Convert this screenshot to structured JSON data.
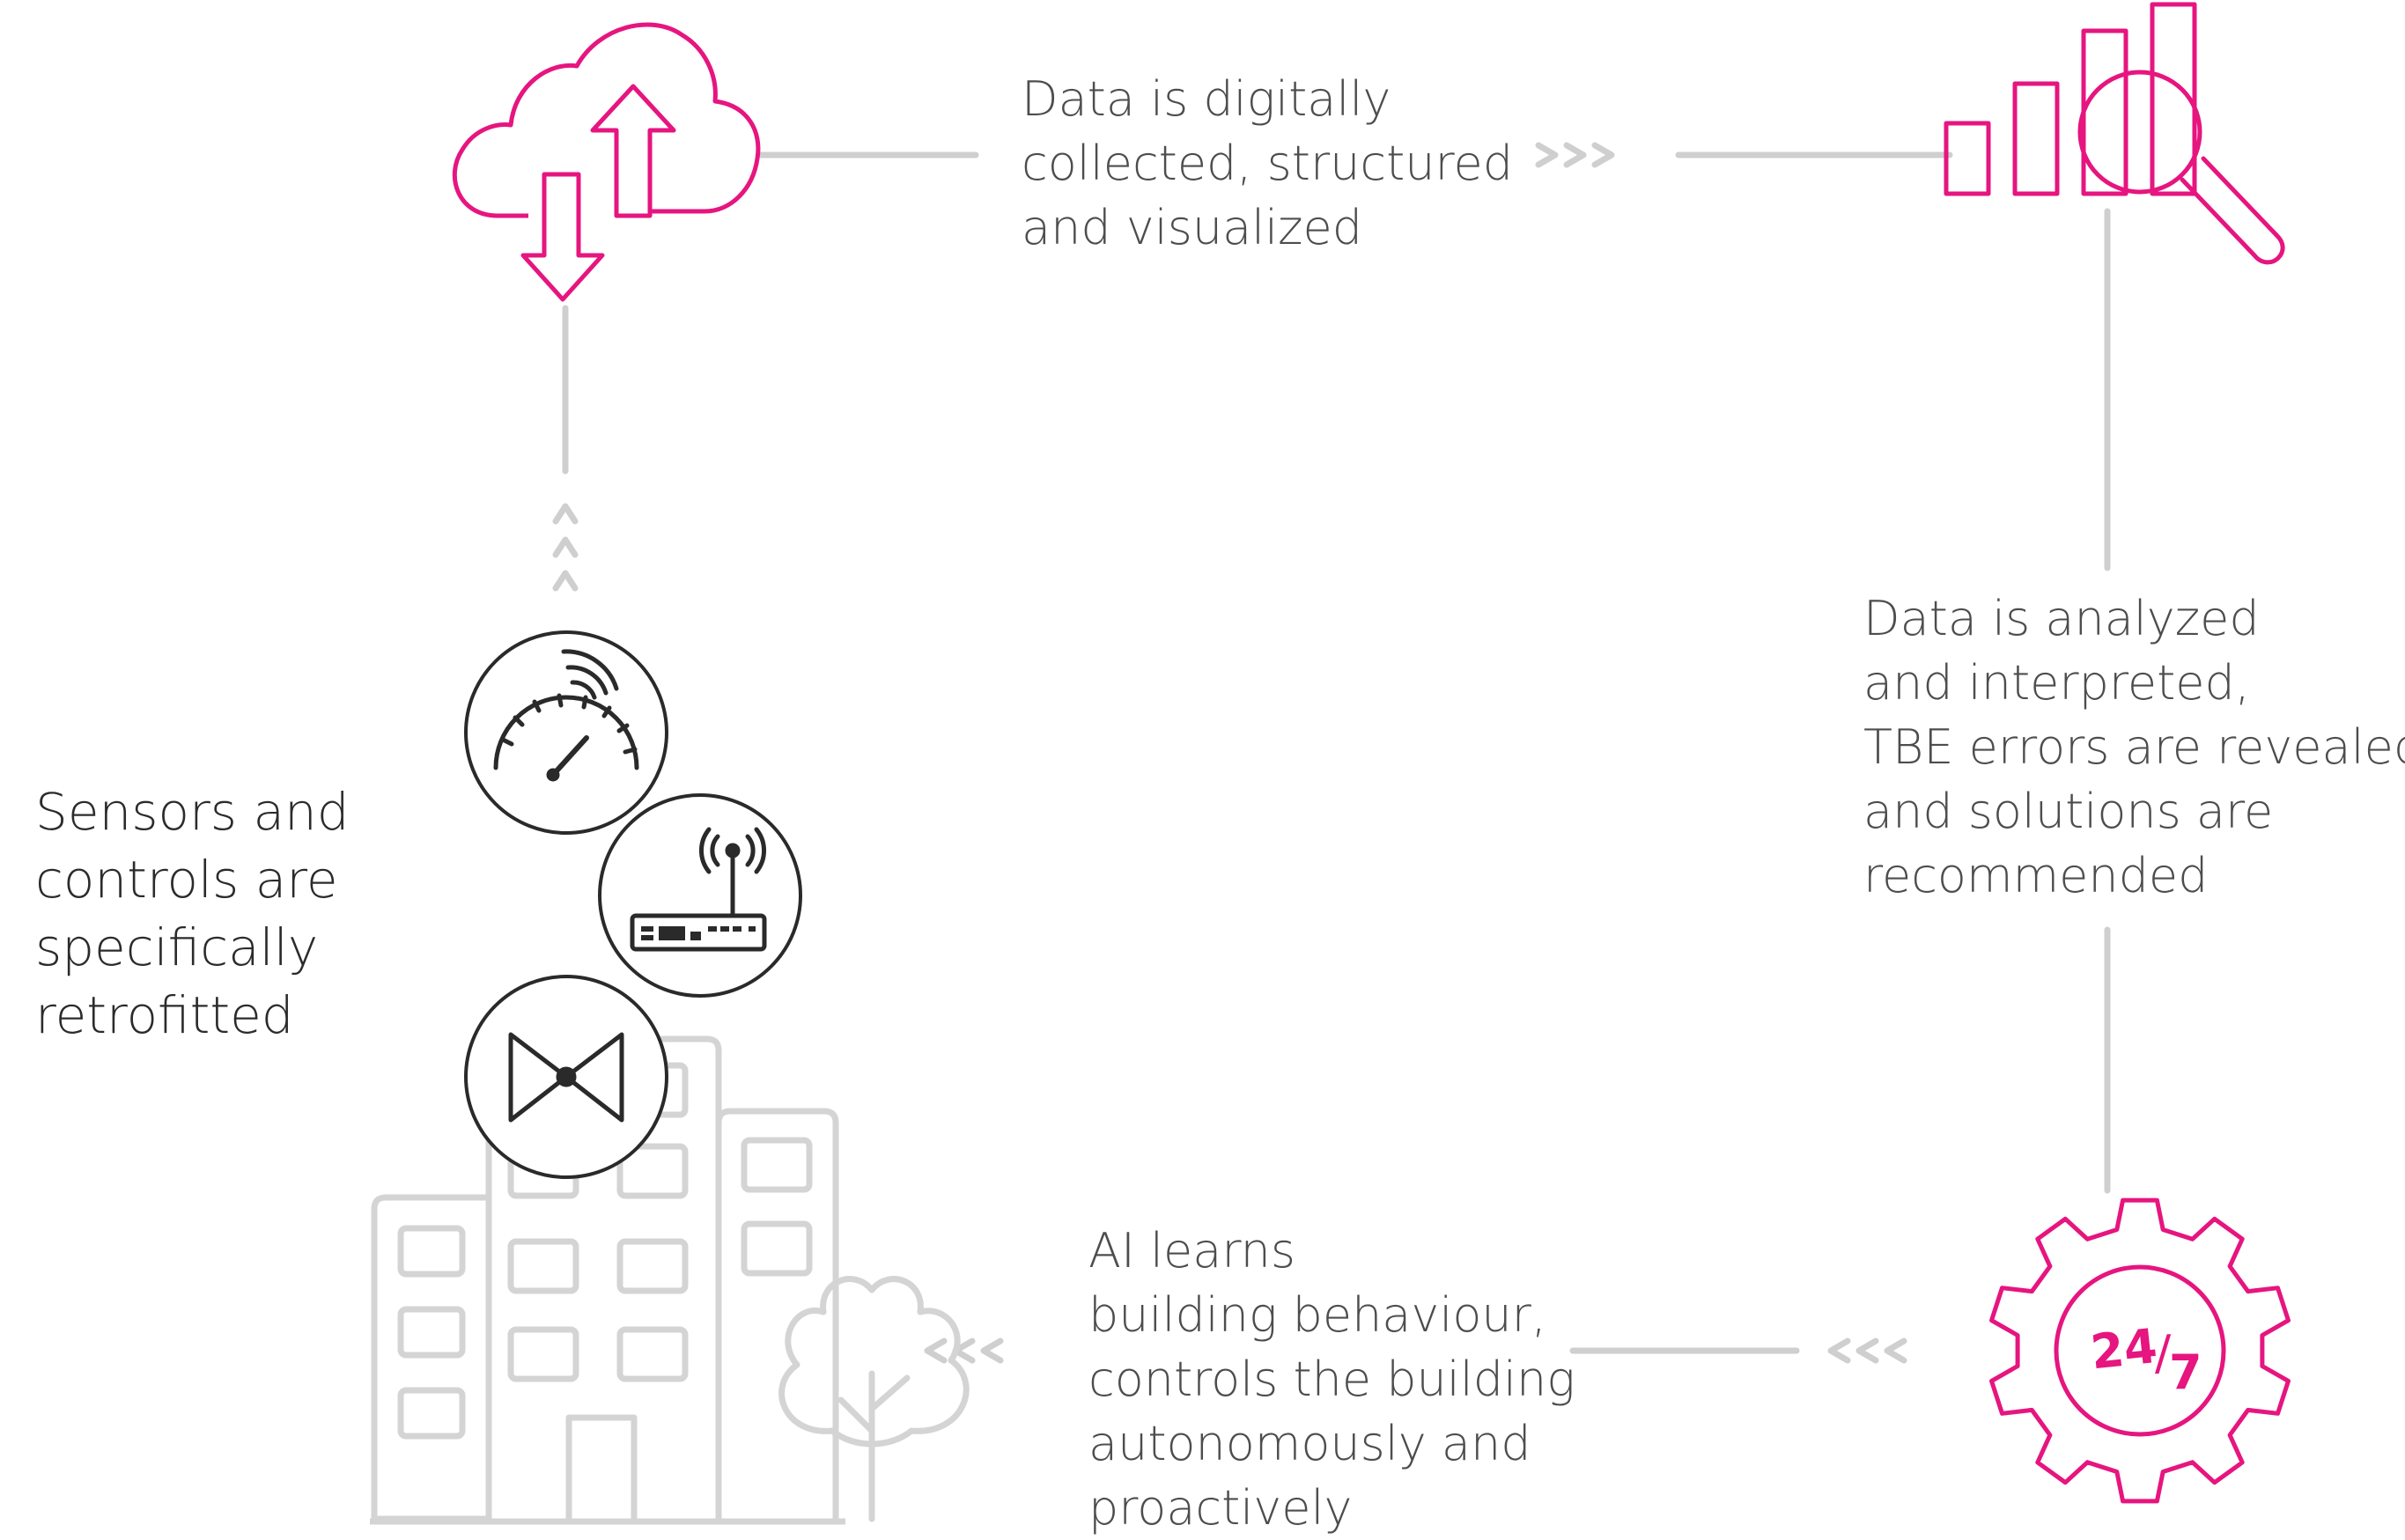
{
  "colors": {
    "accent": "#e6157f",
    "line": "#cfcfcf",
    "text": "#4d4d4d",
    "building": "#d4d4d4",
    "sensor_stroke": "#2a2a2a"
  },
  "icons": {
    "cloud": "cloud-upload-download-icon",
    "analytics": "bar-chart-magnifier-icon",
    "gear": "gear-24-7-icon",
    "sensor_gauge": "gauge-wireless-icon",
    "sensor_router": "router-antenna-icon",
    "sensor_valve": "valve-icon",
    "building": "building-icon",
    "tree": "tree-icon"
  },
  "steps": {
    "collect": [
      "Data is digitally",
      "collected, structured",
      "and visualized"
    ],
    "analyze": [
      "Data is analyzed",
      "and interpreted,",
      "TBE errors are revealed",
      "and solutions are",
      "recommended"
    ],
    "ai": [
      "AI learns",
      "building behaviour,",
      "controls the building",
      "autonomously and",
      "proactively"
    ],
    "sensors": [
      "Sensors and",
      "controls are",
      "specifically",
      "retrofitted"
    ]
  },
  "gear_text": {
    "main": "24",
    "sep": "/",
    "sub": "7"
  },
  "arrows": {
    "right": ">>>",
    "left": "<<<"
  }
}
